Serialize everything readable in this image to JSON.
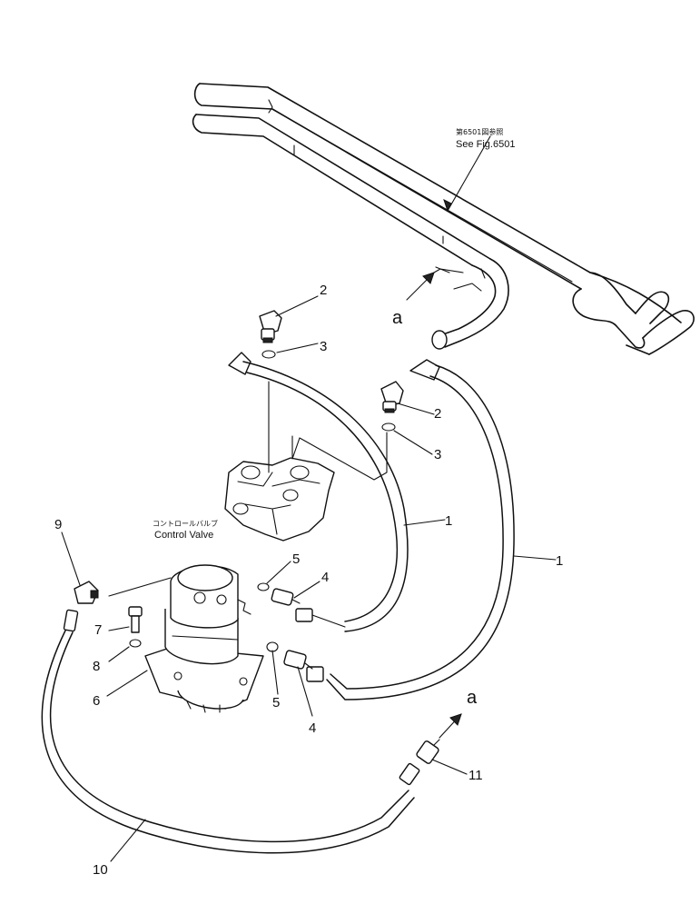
{
  "reference": {
    "japanese": "第6501図参照",
    "english": "See Fig.6501"
  },
  "component_label": {
    "japanese": "コントロールバルブ",
    "english": "Control Valve"
  },
  "view_marks": {
    "top": "a",
    "bottom": "a"
  },
  "callouts": {
    "c2_top": "2",
    "c3_top": "3",
    "c2_right": "2",
    "c3_right": "3",
    "c1_inner": "1",
    "c1_outer": "1",
    "c9": "9",
    "c5_top": "5",
    "c4_top": "4",
    "c7": "7",
    "c8": "8",
    "c6": "6",
    "c5_bottom": "5",
    "c4_bottom": "4",
    "c11": "11",
    "c10": "10"
  }
}
